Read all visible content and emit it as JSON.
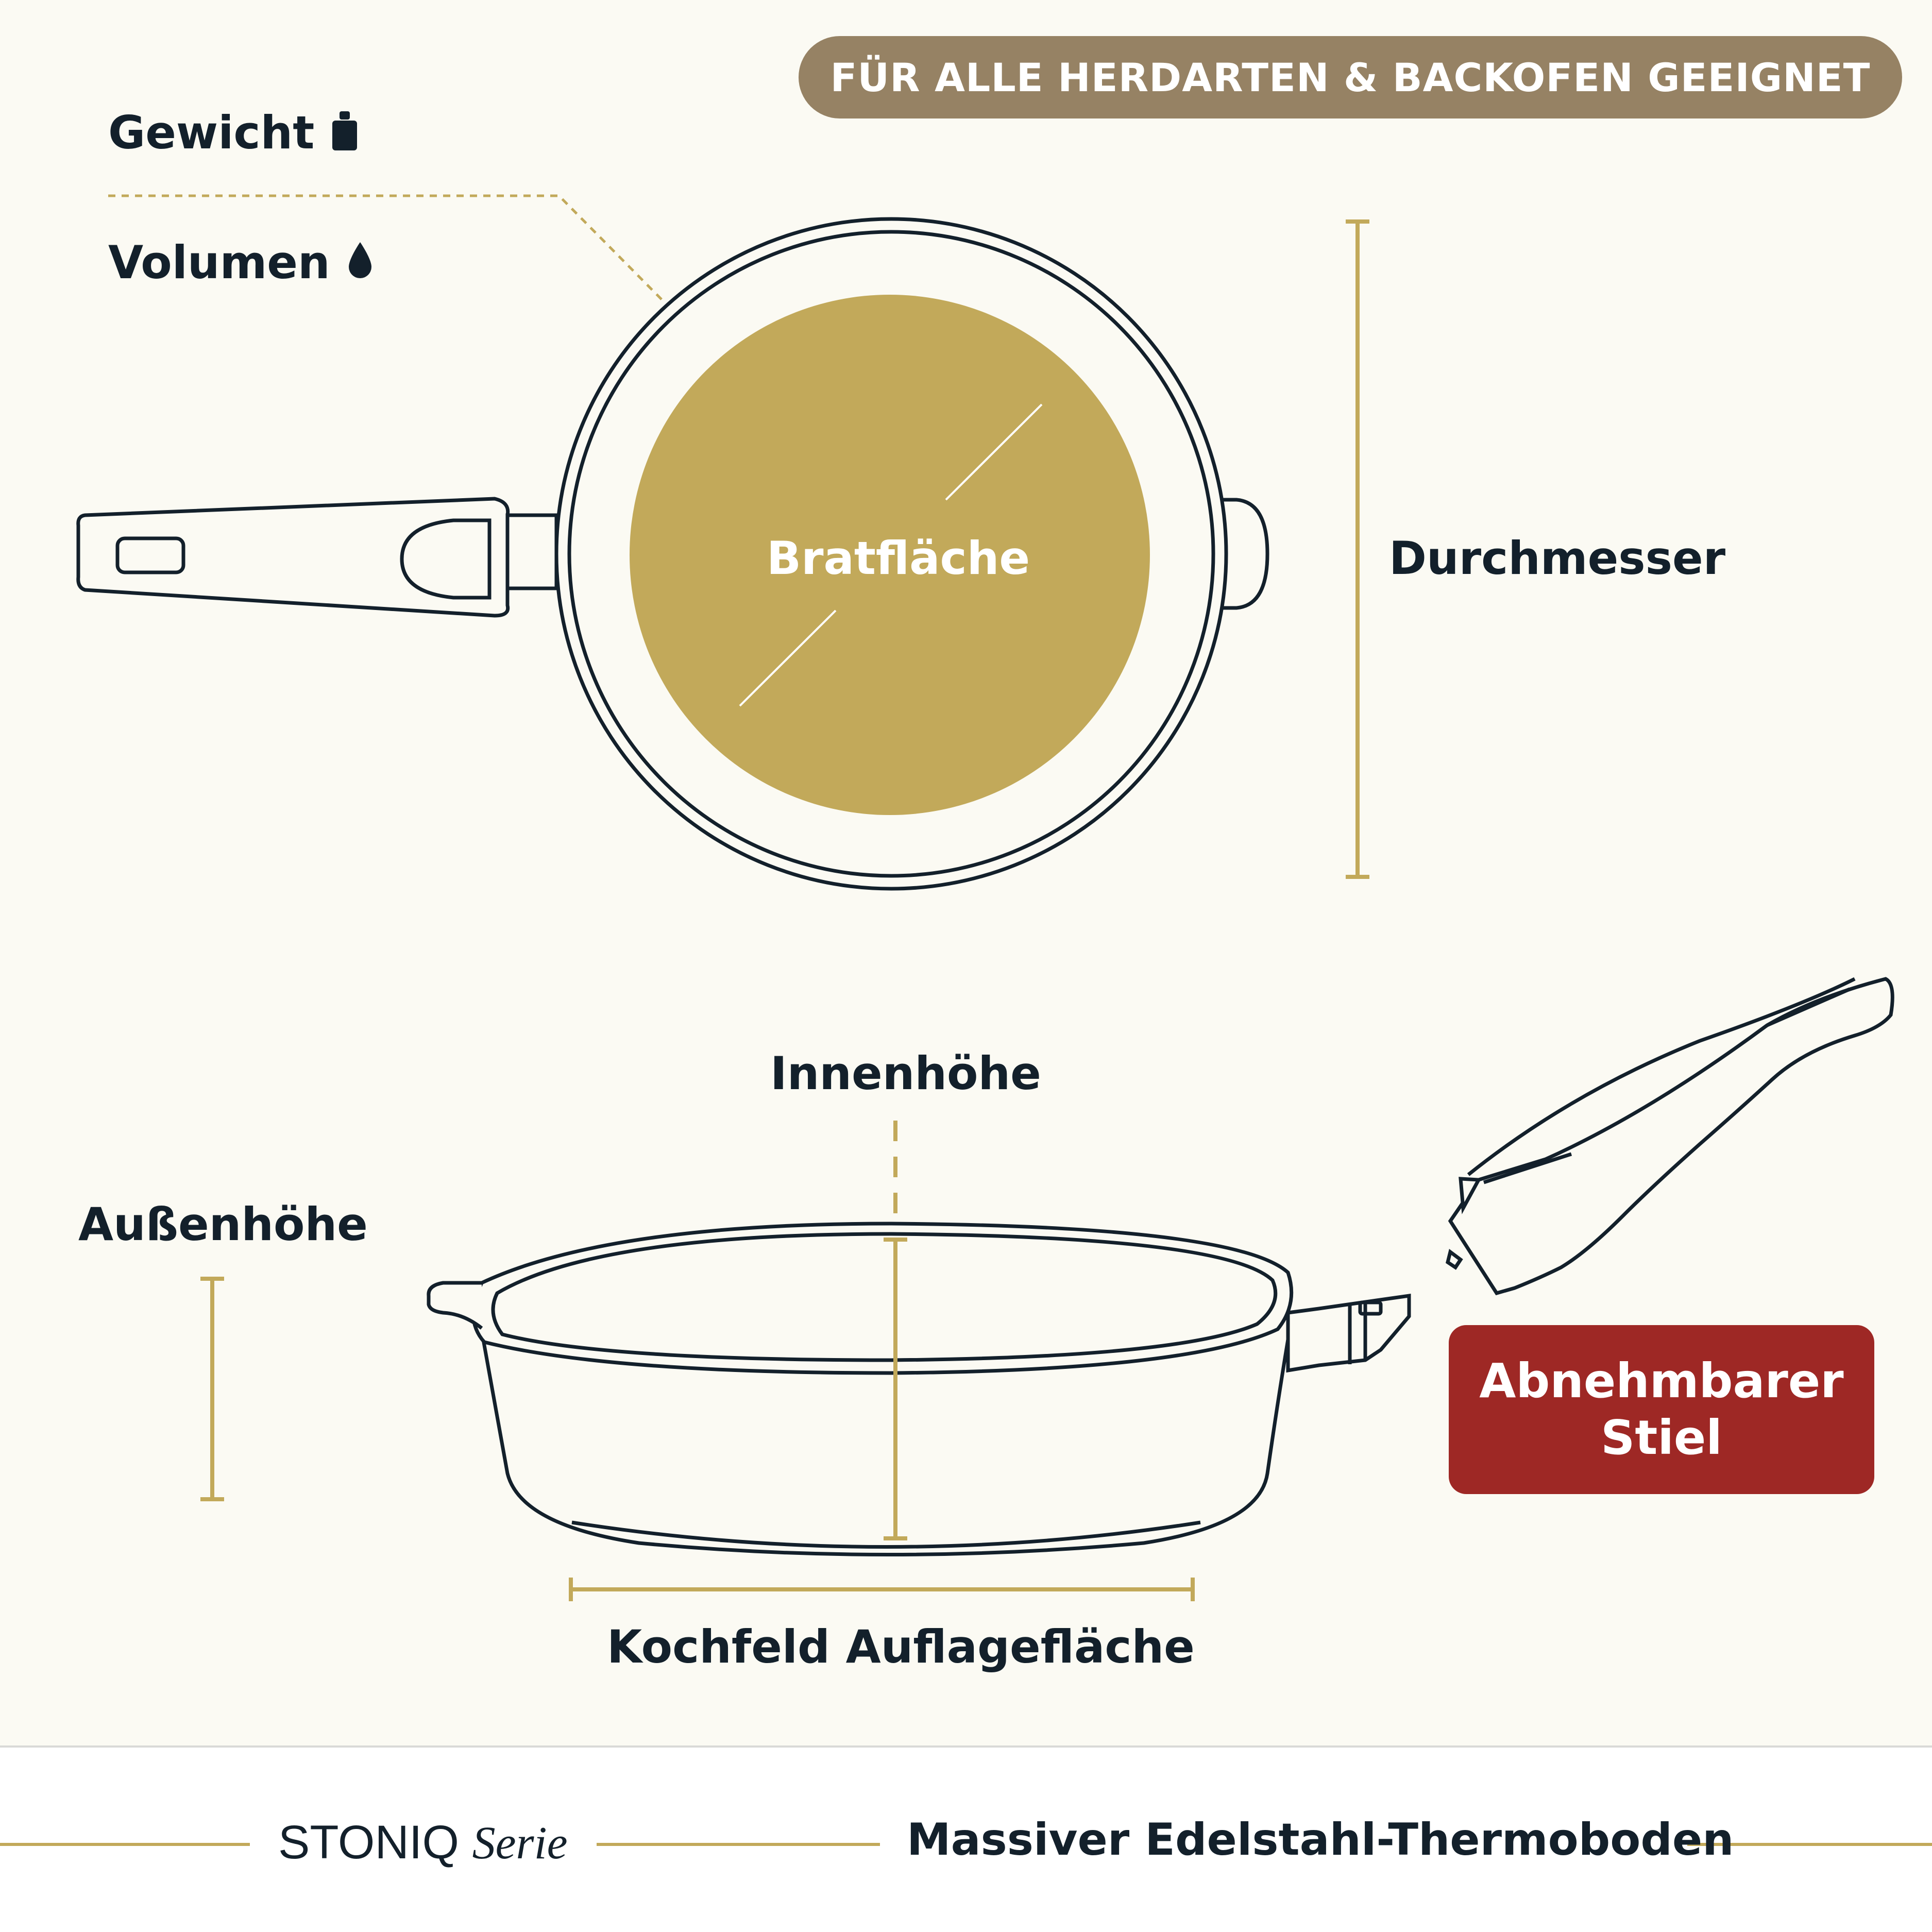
{
  "badge": {
    "text": "FÜR ALLE HERDARTEN & BACKOFEN GEEIGNET"
  },
  "labels": {
    "weight": "Gewicht",
    "volume": "Volumen",
    "frying_surface": "Bratfläche",
    "diameter": "Durchmesser",
    "inner_height": "Innenhöhe",
    "outer_height": "Außenhöhe",
    "hob_surface": "Kochfeld Auflagefläche"
  },
  "callout": {
    "line1": "Abnehmbarer",
    "line2": "Stiel"
  },
  "footer": {
    "brand": "STONIQ",
    "series": "Serie",
    "tagline": "Massiver Edelstahl-Thermoboden"
  },
  "colors": {
    "background": "#fbfaf3",
    "gold": "#c2a95a",
    "badge": "#968264",
    "accent_red": "#9e2825",
    "ink": "#13202b"
  },
  "icons": {
    "weight": "weight-icon",
    "volume": "drop-icon"
  }
}
